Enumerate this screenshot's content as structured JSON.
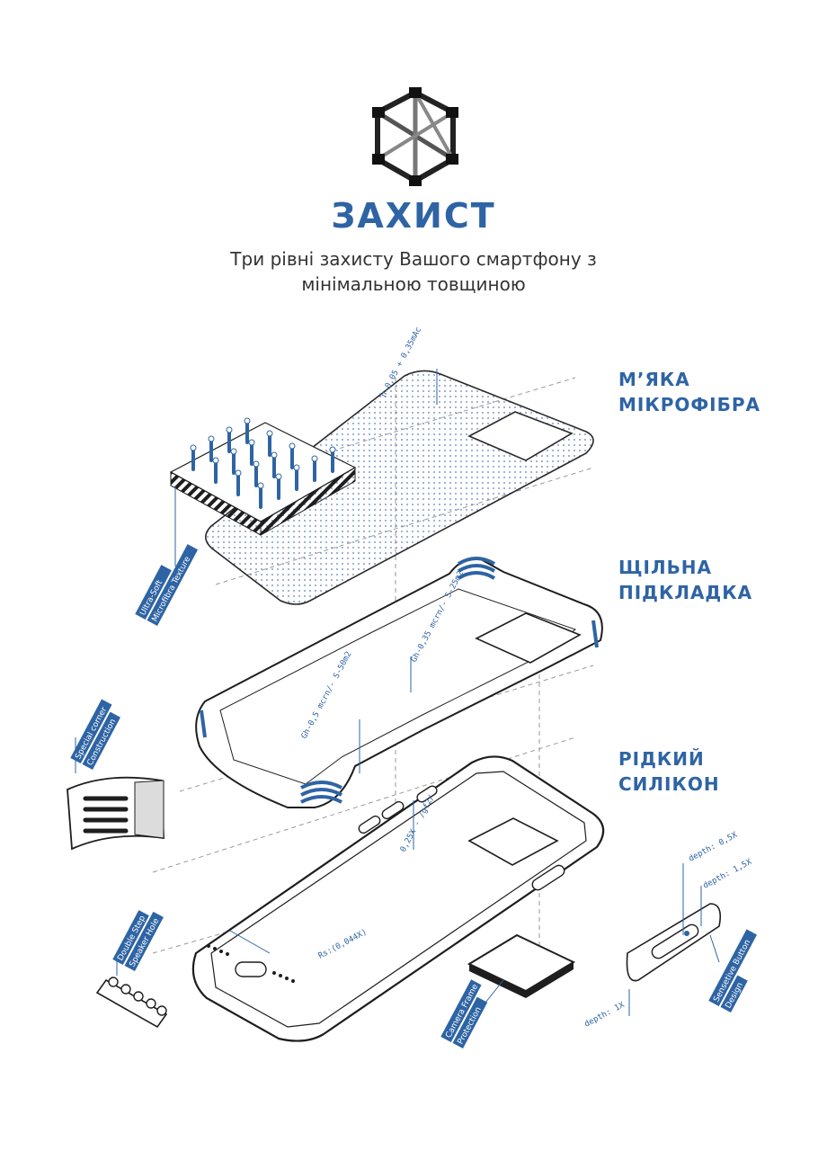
{
  "header": {
    "title": "ЗАХИСТ",
    "subtitle_line1": "Три рівні захисту Вашого смартфону з",
    "subtitle_line2": "мінімальною товщиною"
  },
  "layers": [
    {
      "line1": "М’ЯКА",
      "line2": "МІКРОФІБРА"
    },
    {
      "line1": "ЩІЛЬНА",
      "line2": "ПІДКЛАДКА"
    },
    {
      "line1": "РІДКИЙ",
      "line2": "СИЛІКОН"
    }
  ],
  "annotations": {
    "thickness": "h-0,05 + 0,35mAc",
    "pad_dense": "Gh-0,35 mcrn/- S-25m2",
    "pad_soft": "Gh-0,5 mcrn/- S-50m2",
    "camera_ratio": "0,25X - /gf2/",
    "bottom_measure": "Rs:(0,044X)",
    "depth_05": "depth: 0,5X",
    "depth_15": "depth: 1,5X",
    "depth_1": "depth: 1X"
  },
  "tags": {
    "microfibra_line1": "Ultra-Soft",
    "microfibra_line2": "Microfibra Texture",
    "corner_line1": "Special corner",
    "corner_line2": "Construction",
    "speaker_line1": "Double Step",
    "speaker_line2": "Speaker Hole",
    "camera_line1": "Camera Frame",
    "camera_line2": "Protection",
    "button_line1": "Sensetive Button",
    "button_line2": "Design"
  },
  "colors": {
    "accent": "#2e64a4",
    "ink": "#1e1e1e",
    "text": "#333333",
    "dot_fill": "#eef2f8"
  },
  "icons": {
    "logo": "hexagon-network-logo-icon"
  }
}
